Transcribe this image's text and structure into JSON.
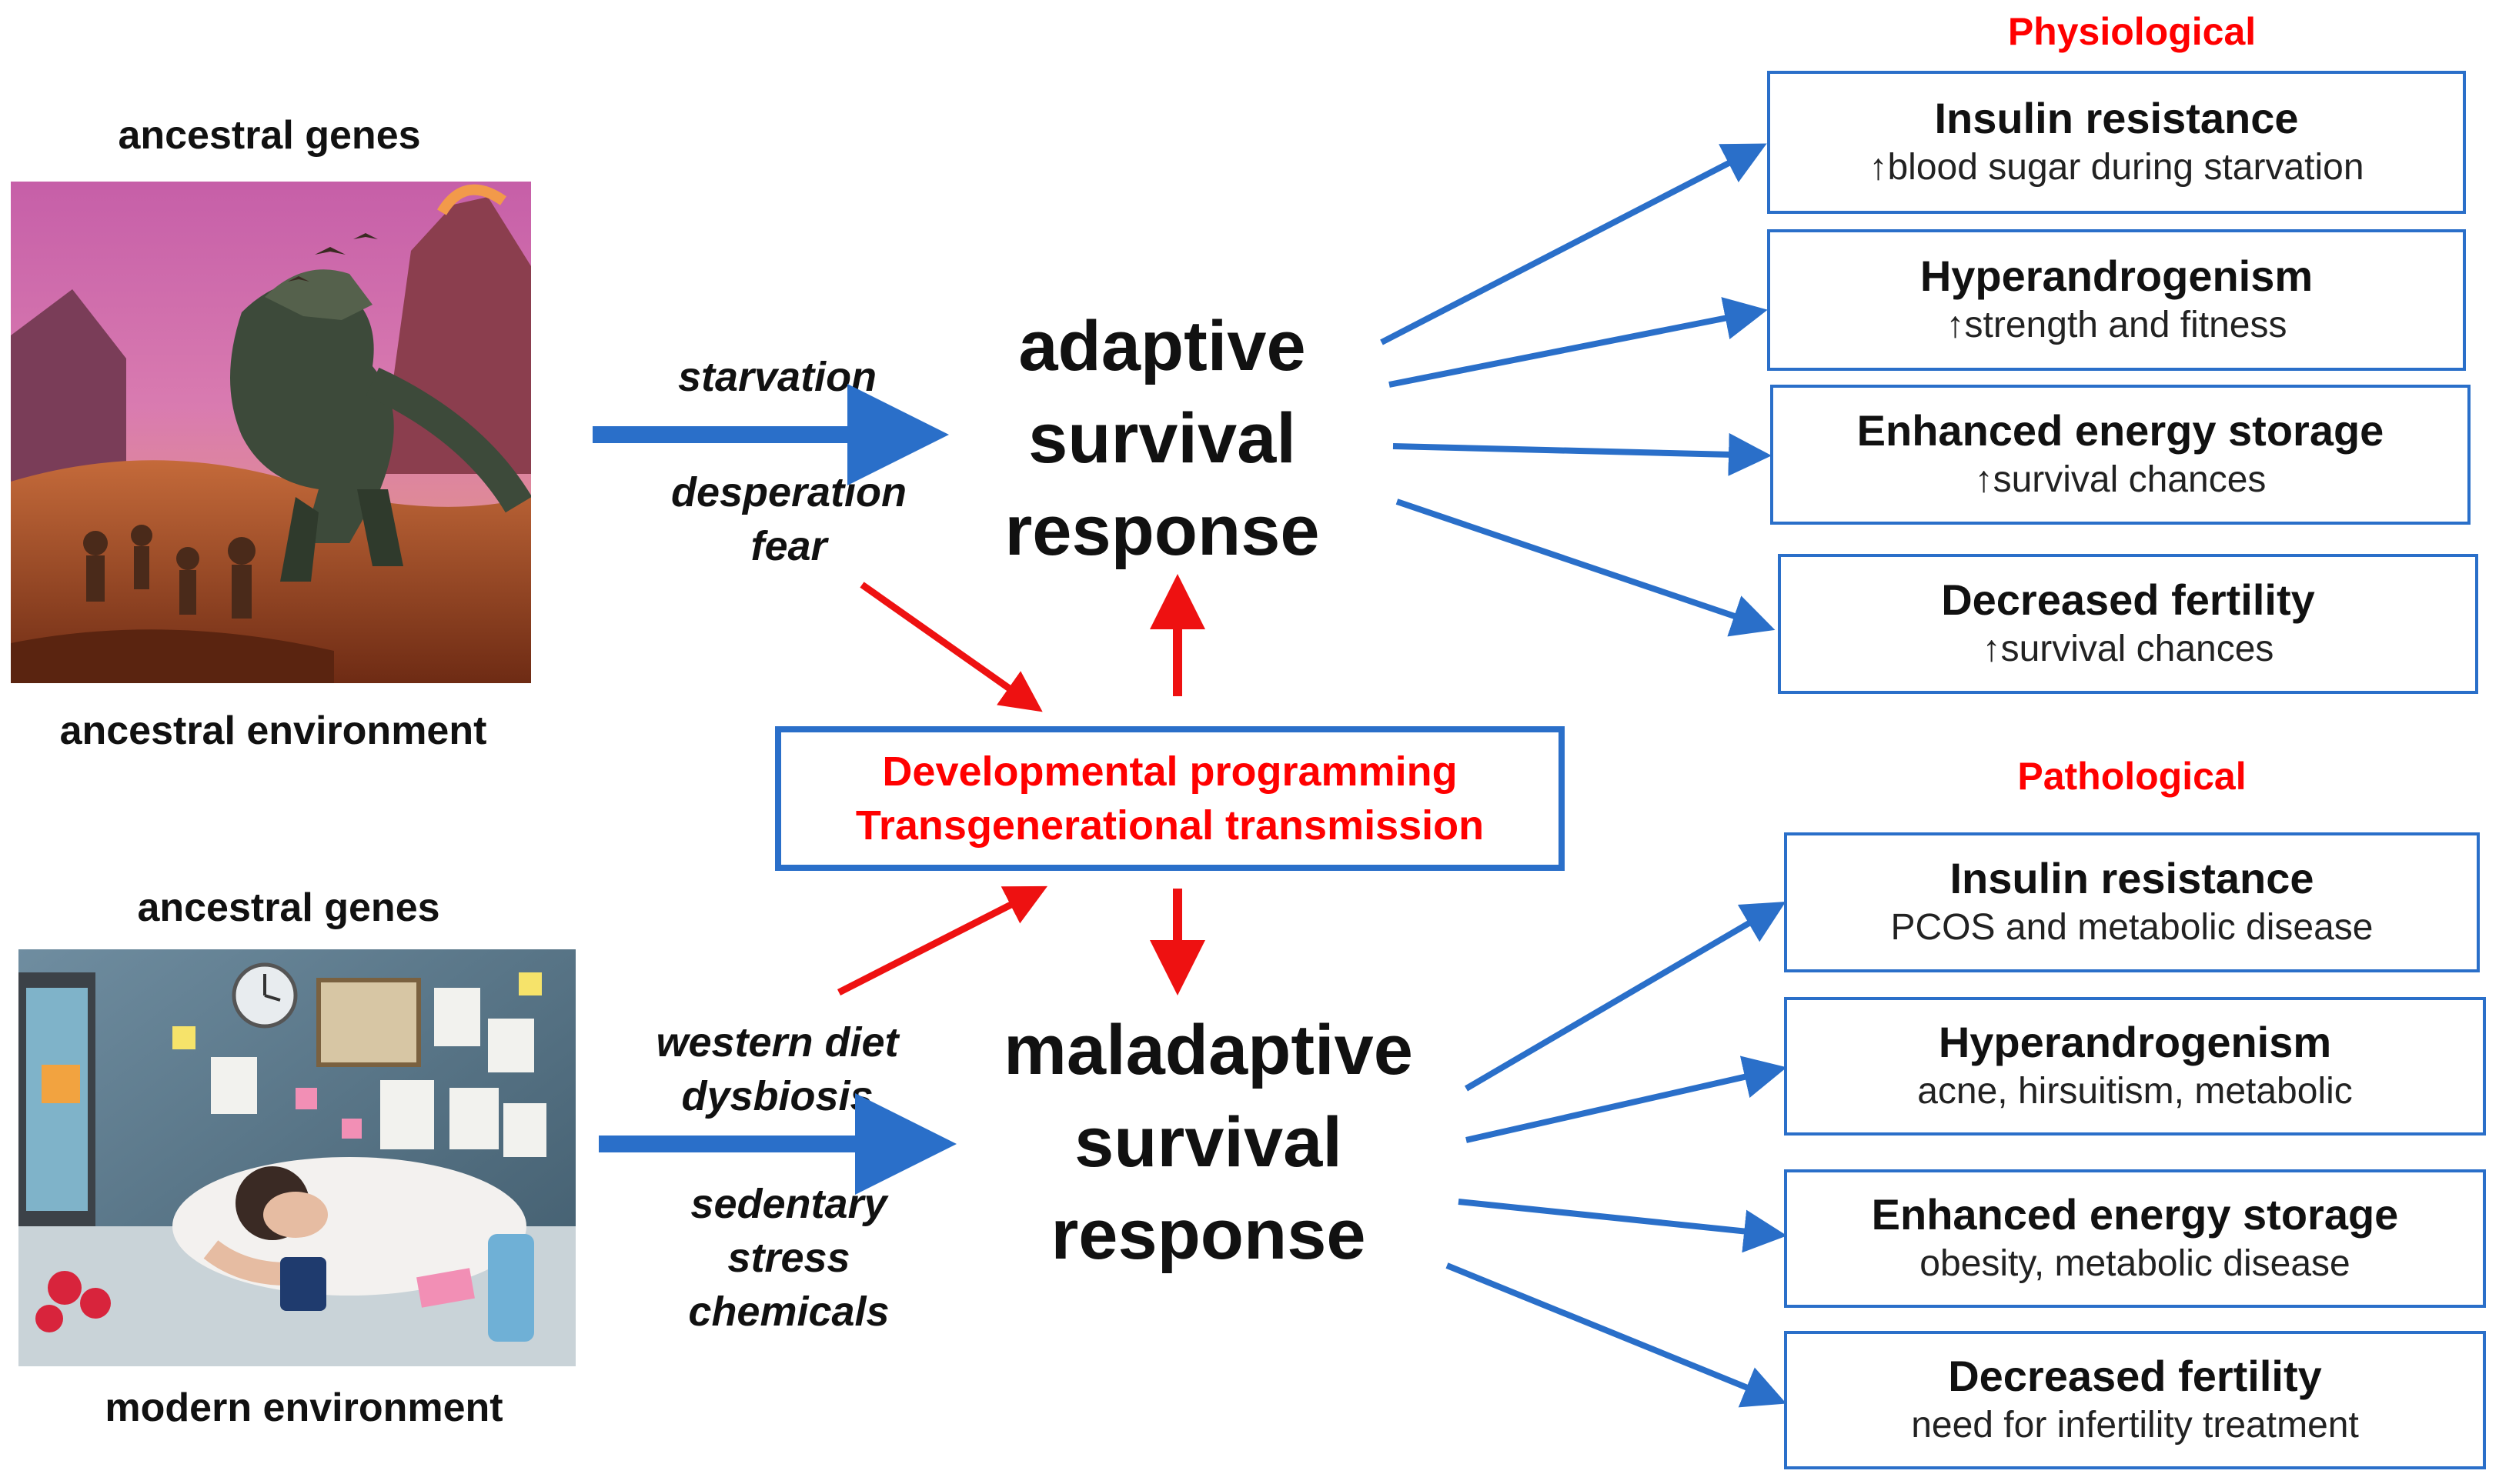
{
  "ancestral": {
    "genes_label": "ancestral genes",
    "env_label": "ancestral environment",
    "stressors_top": [
      "starvation"
    ],
    "stressors_bottom": [
      "desperation",
      "fear"
    ],
    "response": [
      "adaptive",
      "survival",
      "response"
    ]
  },
  "modern": {
    "genes_label": "ancestral genes",
    "env_label": "modern environment",
    "stressors_top": [
      "western diet",
      "dysbiosis"
    ],
    "stressors_bottom": [
      "sedentary",
      "stress",
      "chemicals"
    ],
    "response": [
      "maladaptive",
      "survival",
      "response"
    ]
  },
  "center": {
    "line1": "Developmental programming",
    "line2": "Transgenerational transmission"
  },
  "physiological": {
    "heading": "Physiological",
    "boxes": [
      {
        "title": "Insulin resistance",
        "sub": "↑blood sugar during starvation"
      },
      {
        "title": "Hyperandrogenism",
        "sub": "↑strength and fitness"
      },
      {
        "title": "Enhanced energy storage",
        "sub": "↑survival chances"
      },
      {
        "title": "Decreased fertility",
        "sub": "↑survival chances"
      }
    ]
  },
  "pathological": {
    "heading": "Pathological",
    "boxes": [
      {
        "title": "Insulin resistance",
        "sub": "PCOS and metabolic disease"
      },
      {
        "title": "Hyperandrogenism",
        "sub": "acne, hirsuitism, metabolic"
      },
      {
        "title": "Enhanced energy storage",
        "sub": "obesity, metabolic disease"
      },
      {
        "title": "Decreased fertility",
        "sub": "need for infertility treatment"
      }
    ]
  },
  "colors": {
    "blue_arrow": "#2a6fc9",
    "red_arrow": "#ee1111",
    "heading_red": "#ff0000",
    "box_border": "#2a6fc9"
  }
}
